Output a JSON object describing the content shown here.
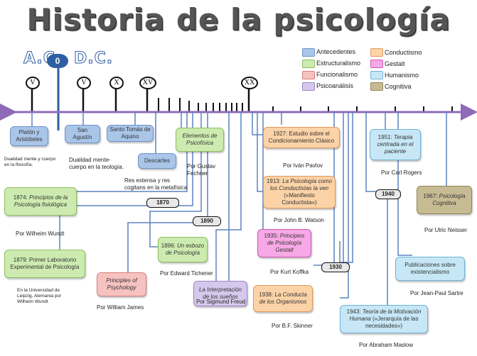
{
  "title": "Historia de la psicología",
  "eras": {
    "ac": "A.C.",
    "zero": "0",
    "dc": "D.C."
  },
  "centuries": [
    "V",
    "V",
    "X",
    "XV",
    "XX"
  ],
  "legend": [
    {
      "label": "Antecedentes",
      "color": "#a9c5e8"
    },
    {
      "label": "Conductismo",
      "color": "#fbd3a7"
    },
    {
      "label": "Estructuralismo",
      "color": "#cdebb0"
    },
    {
      "label": "Gestalt",
      "color": "#f7a8e6"
    },
    {
      "label": "Funcionalismo",
      "color": "#f6c2c0"
    },
    {
      "label": "Humanismo",
      "color": "#c7e7f6"
    },
    {
      "label": "Psicoanálisis",
      "color": "#d6c8ec"
    },
    {
      "label": "Cognitiva",
      "color": "#c7bb93"
    }
  ],
  "years": {
    "y1870": "1870",
    "y1890": "1890",
    "y1930": "1930",
    "y1940": "1940"
  },
  "nodes": {
    "platon": {
      "label": "Platón y Aristóteles",
      "caption": "Dualidad mente y cuerpo en la filosofía."
    },
    "agustin": {
      "label": "San Agustín",
      "caption": "Dualidad mente-cuerpo en la teología."
    },
    "aquino": {
      "label": "Santo Tomás de Aquino"
    },
    "descartes": {
      "label": "Descartes",
      "caption": "Res extensa y res cogitans en la metafísica"
    },
    "fechner": {
      "label": "Elementos de Psicofísica",
      "caption": "Por Gustav Fechner"
    },
    "wundt1874": {
      "label_pre": "1874: ",
      "label_it": "Principios de la Psicología fisiológica",
      "caption": "Por Wilheim Wundt"
    },
    "wundt1879": {
      "label": "1879: Primer Laboratorio Experimental de Psicología",
      "caption": "En la Universidad de Leipzig, Alemania por Wilheim Wundt"
    },
    "tichener": {
      "label_pre": "1896: ",
      "label_it": "Un esbozo de Psicología",
      "caption": "Por Edward Tichener"
    },
    "james": {
      "label": "Principles of Psychology",
      "caption": "Por William James"
    },
    "freud": {
      "label": "La Interpretación de los sueños",
      "caption": "Por Sigmund Freud"
    },
    "pavlov": {
      "label": "1927: Estudio sobre el Condicionamiento Clásico",
      "caption": "Por Iván Pavlov"
    },
    "watson": {
      "label_pre": "1913: ",
      "label_it": "La Psicología como los Conductistas la ven",
      "label_post": " («Manifiesto Conductista»)",
      "caption": "Por John B. Watson"
    },
    "koffka": {
      "label_pre": "1935: ",
      "label_it": "Principios de Psicología Gestalt",
      "caption": "Por Kurt Koffka"
    },
    "skinner": {
      "label_pre": "1938: ",
      "label_it": "La Conducta de los Organismos",
      "caption": "Por B.F. Skinner"
    },
    "rogers": {
      "label_pre": "1951: ",
      "label_it": "Terapia centrada en el paciente",
      "caption": "Por Carl Rogers"
    },
    "neisser": {
      "label_pre": "1967: ",
      "label_it": "Psicología Cognitiva",
      "caption": "Por Ulric Neisser"
    },
    "sartre": {
      "label": "Publicaciones sobre existencialismo",
      "caption": "Por Jean-Paul Sartre"
    },
    "maslow": {
      "label_pre": "1943: ",
      "label_it": "Teoría de la Motivación Humana",
      "label_post": " («Jerarquía de las necesidades»)",
      "caption": "Por Abraham Maslow"
    }
  }
}
